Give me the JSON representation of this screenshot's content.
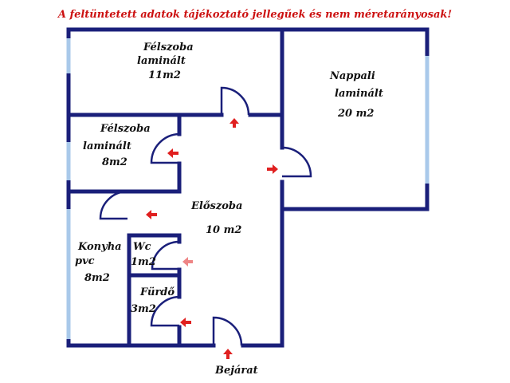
{
  "notice": "A feltüntetett adatok tájékoztató jellegűek és nem méretarányosak!",
  "colors": {
    "wall": "#1a1f7a",
    "window": "#a9c9ea",
    "arrow": "#e02020",
    "notice": "#cc1111"
  },
  "rooms": {
    "felszoba1": {
      "line1": "Félszoba",
      "line2": "laminált",
      "line3": "11m2"
    },
    "felszoba2": {
      "line1": "Félszoba",
      "line2": "laminált",
      "line3": "8m2"
    },
    "nappali": {
      "line1": "Nappali",
      "line2": "laminált",
      "line3": "20 m2"
    },
    "eloszoba": {
      "line1": "Előszoba",
      "line2": "10 m2"
    },
    "konyha": {
      "line1": "Konyha",
      "line2": "pvc",
      "line3": "8m2"
    },
    "wc": {
      "line1": "Wc",
      "line2": "1m2"
    },
    "furdo": {
      "line1": "Fürdő",
      "line2": "3m2"
    }
  },
  "entrance": "Bejárat"
}
